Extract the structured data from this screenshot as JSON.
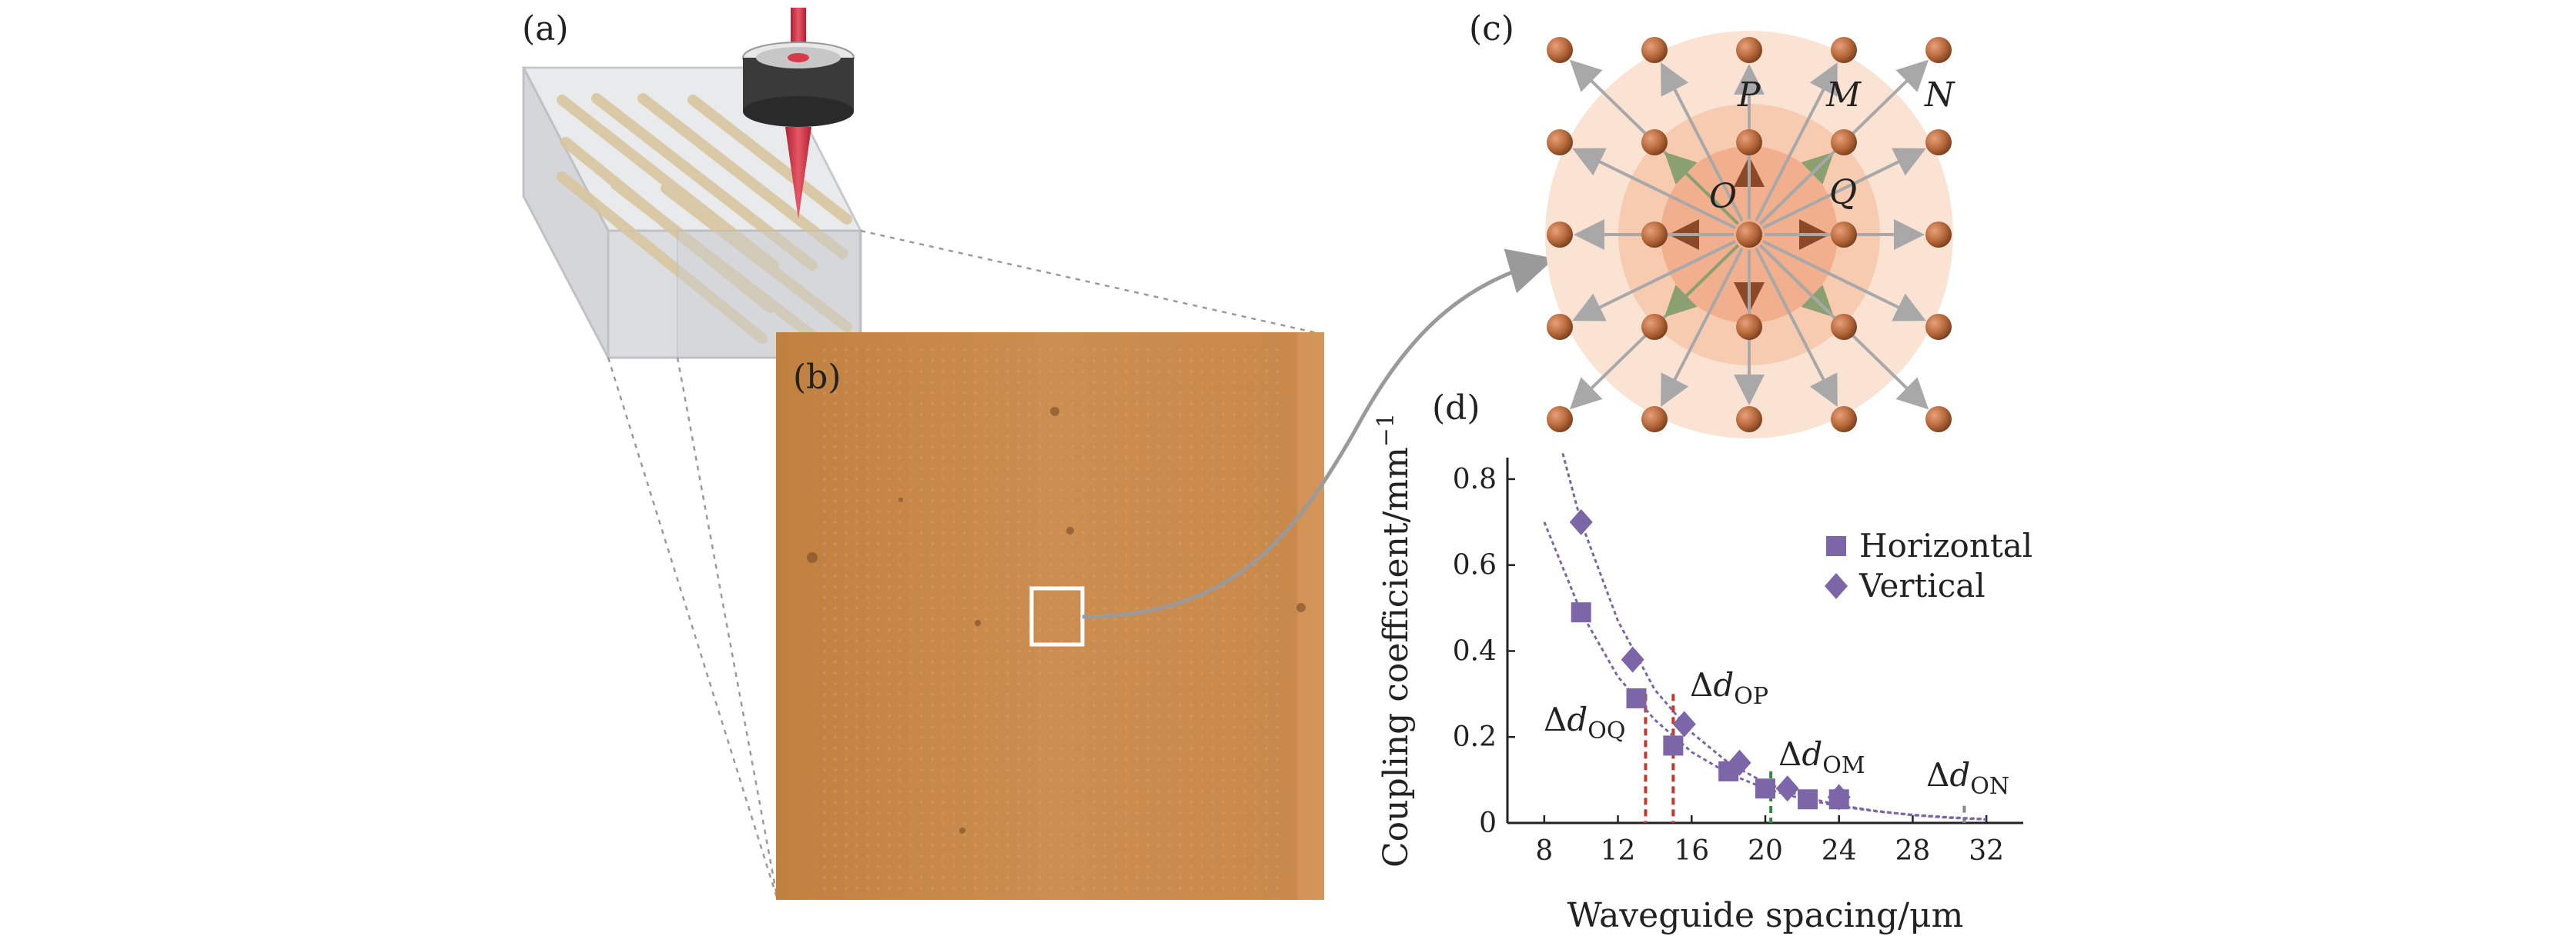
{
  "panels": {
    "a": "(a)",
    "b": "(b)",
    "c": "(c)",
    "d": "(d)"
  },
  "lattice_labels": {
    "P": "P",
    "M": "M",
    "N": "N",
    "O": "O",
    "Q": "Q"
  },
  "colors": {
    "sample": "#c88a4c",
    "node": "#b5683a",
    "ring_outer": "#fbe3d4",
    "ring_mid": "#f6c7a8",
    "ring_inner": "#efa884",
    "horizontal": "#7d66a8",
    "vertical": "#7d66a8",
    "laser": "#d93a4a"
  },
  "chart_data": {
    "type": "scatter",
    "xlabel": "Waveguide spacing/μm",
    "ylabel": "Coupling coefficient/mm",
    "ylabel_exp": "−1",
    "xlim": [
      6,
      34
    ],
    "ylim": [
      0,
      0.85
    ],
    "xticks": [
      "8",
      "12",
      "16",
      "20",
      "24",
      "28",
      "32"
    ],
    "xtick_values": [
      8,
      12,
      16,
      20,
      24,
      28,
      32
    ],
    "yticks": [
      "0",
      "0.2",
      "0.4",
      "0.6",
      "0.8"
    ],
    "ytick_values": [
      0,
      0.2,
      0.4,
      0.6,
      0.8
    ],
    "legend_position": "top-right",
    "series": [
      {
        "name": "Horizontal",
        "marker": "square",
        "x": [
          10,
          13,
          15,
          18,
          20,
          22.3,
          24
        ],
        "y": [
          0.49,
          0.29,
          0.18,
          0.12,
          0.08,
          0.055,
          0.055
        ]
      },
      {
        "name": "Vertical",
        "marker": "diamond",
        "x": [
          10,
          12.8,
          15.6,
          18.6,
          21.2,
          24
        ],
        "y": [
          0.7,
          0.38,
          0.23,
          0.14,
          0.08,
          0.06
        ]
      }
    ],
    "fits": [
      {
        "series": "Horizontal",
        "x": [
          8,
          10,
          12,
          14,
          16,
          18,
          20,
          22,
          24,
          26,
          28,
          30,
          32
        ],
        "y": [
          0.7,
          0.49,
          0.34,
          0.24,
          0.165,
          0.115,
          0.08,
          0.056,
          0.039,
          0.027,
          0.019,
          0.013,
          0.009
        ]
      },
      {
        "series": "Vertical",
        "x": [
          9,
          10,
          12,
          14,
          16,
          18,
          20,
          22,
          24,
          26,
          28,
          30,
          32
        ],
        "y": [
          0.86,
          0.7,
          0.47,
          0.31,
          0.21,
          0.14,
          0.093,
          0.062,
          0.041,
          0.028,
          0.018,
          0.012,
          0.008
        ]
      }
    ],
    "markers": [
      {
        "label": "Δd",
        "sub": "OQ",
        "x": 13.5,
        "y_top": 0.3,
        "color": "#c0392b"
      },
      {
        "label": "Δd",
        "sub": "OP",
        "x": 15.0,
        "y_top": 0.3,
        "color": "#c0392b"
      },
      {
        "label": "Δd",
        "sub": "OM",
        "x": 20.3,
        "y_top": 0.12,
        "color": "#2e8b3a"
      },
      {
        "label": "Δd",
        "sub": "ON",
        "x": 30.8,
        "y_top": 0.04,
        "color": "#888888"
      }
    ]
  }
}
